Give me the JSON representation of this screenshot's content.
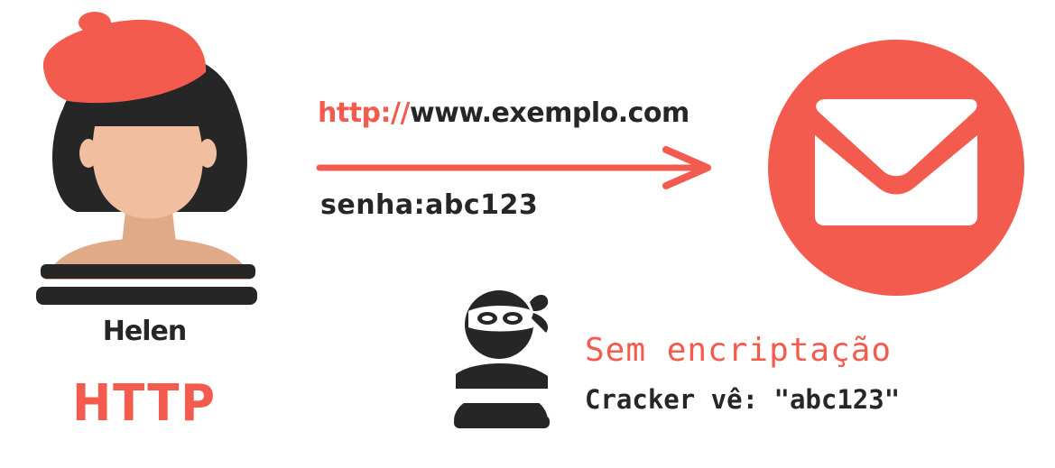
{
  "user": {
    "name": "Helen",
    "icon": "woman-with-beret-icon"
  },
  "protocol": {
    "label": "HTTP"
  },
  "request": {
    "url_scheme": "http://",
    "url_host": "www.exemplo.com",
    "password_line": "senha:abc123"
  },
  "destination": {
    "icon": "mail-envelope-icon"
  },
  "attacker": {
    "icon": "masked-cracker-icon",
    "warning": "Sem encriptação",
    "sees": "Cracker vê: \"abc123\""
  },
  "colors": {
    "accent": "#f45b4f",
    "ink": "#262626",
    "skin": "#f1bfa0",
    "skin_shadow": "#e0a988",
    "background": "#ffffff"
  }
}
